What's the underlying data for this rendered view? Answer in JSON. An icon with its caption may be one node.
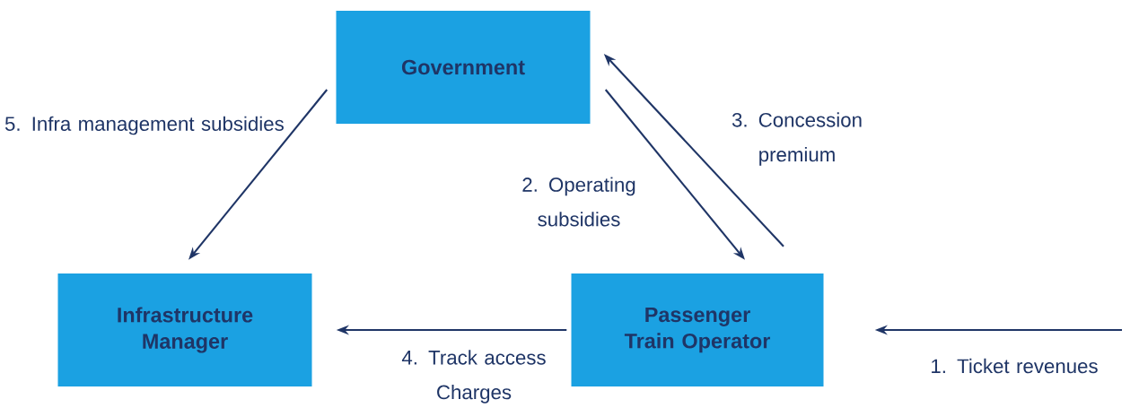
{
  "diagram": {
    "nodes": [
      {
        "text": [
          "Government"
        ]
      },
      {
        "text": [
          "Infrastructure Manager"
        ]
      },
      {
        "text": [
          "Passenger Train Operator"
        ]
      }
    ],
    "edges": [
      {
        "from": 0,
        "to": 1,
        "arrow": "to",
        "label": "5. Infra management subsidies"
      },
      {
        "from": 0,
        "to": 2,
        "arrow": "to",
        "label": "2. Operating subsidies"
      },
      {
        "from": 2,
        "to": 0,
        "arrow": "to",
        "label": "3. Concession premium"
      },
      {
        "from": 2,
        "to": 1,
        "arrow": "to",
        "label": "4. Track access Charges"
      },
      {
        "from": null,
        "to": 2,
        "arrow": "to",
        "label": "1. Ticket revenues"
      }
    ]
  }
}
